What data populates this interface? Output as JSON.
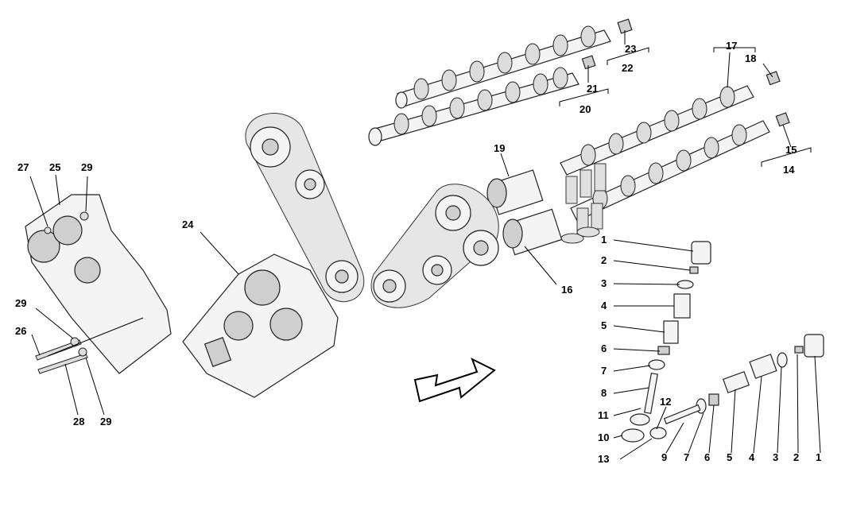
{
  "callouts": {
    "c1a": "1",
    "c2a": "2",
    "c3a": "3",
    "c4a": "4",
    "c5a": "5",
    "c6a": "6",
    "c7a": "7",
    "c8a": "8",
    "c11": "11",
    "c10": "10",
    "c13": "13",
    "c12": "12",
    "c9b": "9",
    "c7b": "7",
    "c6b": "6",
    "c5b": "5",
    "c4b": "4",
    "c3b": "3",
    "c2b": "2",
    "c1b": "1",
    "c14": "14",
    "c15": "15",
    "c16": "16",
    "c17": "17",
    "c18": "18",
    "c19": "19",
    "c20": "20",
    "c21": "21",
    "c22": "22",
    "c23": "23",
    "c24": "24",
    "c25": "25",
    "c26": "26",
    "c27": "27",
    "c28": "28",
    "c29a": "29",
    "c29b": "29",
    "c29c": "29"
  },
  "direction_arrow": "arrow-icon"
}
